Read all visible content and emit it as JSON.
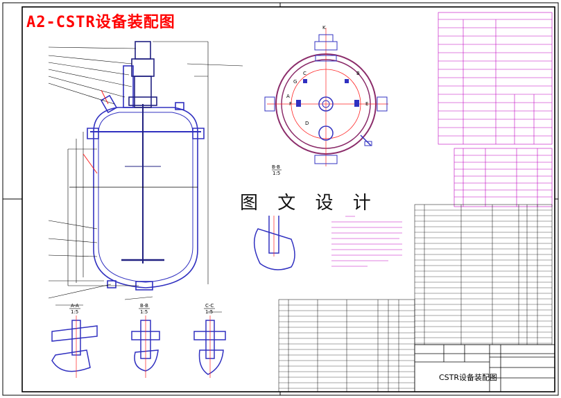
{
  "sheet_title": "A2-CSTR设备装配图",
  "watermark": "图 文 设 计",
  "drawing_name": "CSTR设备装配图",
  "views": {
    "section_a": "A-A",
    "section_a_scale": "1:5",
    "section_b": "B-B",
    "section_b_scale": "1:5",
    "section_c": "C-C",
    "section_c_scale": "1:5",
    "section_b_mid": "B-B",
    "section_b_mid_scale": "1:5"
  },
  "top_view_labels": {
    "a": "A",
    "b": "B",
    "c": "C",
    "d": "D",
    "e": "E",
    "f": "F",
    "g": "G",
    "k": "K"
  },
  "colors": {
    "vessel": "#3030c0",
    "hatch": "#ff2020",
    "text_magenta": "#c000c0",
    "frame": "#000000"
  }
}
